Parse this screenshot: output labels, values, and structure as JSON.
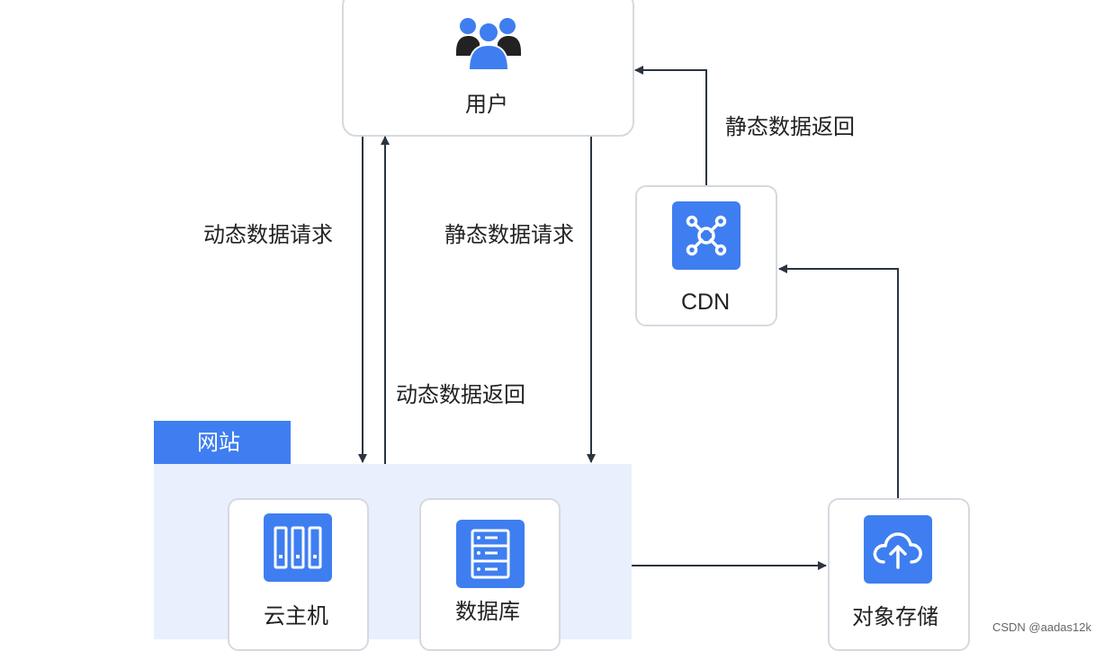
{
  "nodes": {
    "user": {
      "label": "用户",
      "icon": "users-group-icon"
    },
    "cdn": {
      "label": "CDN",
      "icon": "cdn-network-icon"
    },
    "vm": {
      "label": "云主机",
      "icon": "server-rack-icon"
    },
    "db": {
      "label": "数据库",
      "icon": "database-icon"
    },
    "storage": {
      "label": "对象存储",
      "icon": "cloud-upload-icon"
    }
  },
  "group": {
    "label": "网站"
  },
  "edges": {
    "dynamic_request": "动态数据请求",
    "dynamic_return": "动态数据返回",
    "static_request": "静态数据请求",
    "static_return": "静态数据返回"
  },
  "colors": {
    "accent": "#3e7ef0",
    "group_bg": "#e8f0fd",
    "arrow": "#2b3440",
    "box_border": "#d5d9e0"
  },
  "watermark": "CSDN @aadas12k"
}
